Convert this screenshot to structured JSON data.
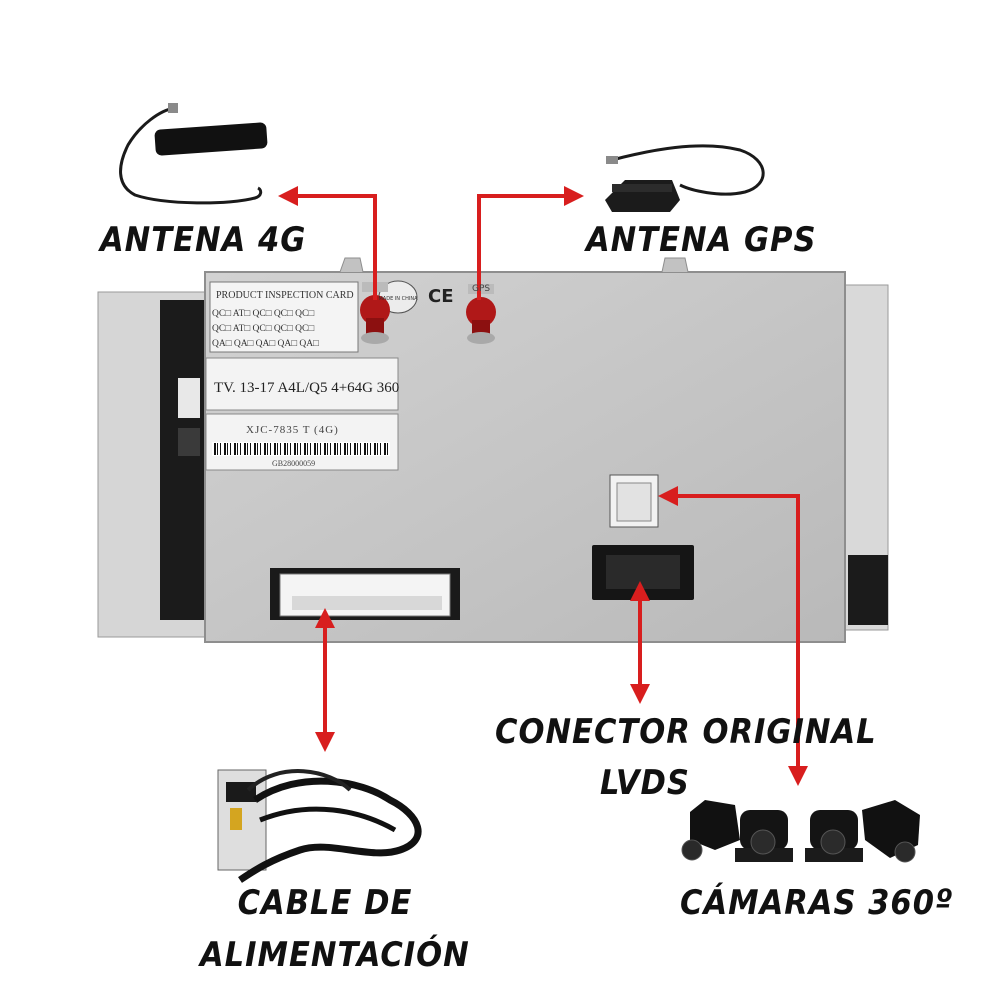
{
  "labels": {
    "antena_4g": "ANTENA 4G",
    "antena_gps": "ANTENA GPS",
    "conector_line1": "CONECTOR ORIGINAL",
    "conector_line2": "LVDS",
    "cable_line1": "CABLE DE",
    "cable_line2": "ALIMENTACIÓN",
    "camaras": "CÁMARAS 360º"
  },
  "device": {
    "card_title": "PRODUCT INSPECTION CARD",
    "card_row1": "QC□ AT□ QC□ QC□ QC□",
    "card_row2": "QC□ AT□ QC□ QC□ QC□",
    "card_row3": "QA□ QA□ QA□ QA□ QA□",
    "model": "TV. 13-17 A4L/Q5 4+64G 360",
    "serial": "XJC-7835 T (4G)",
    "barcode_number": "GB28000059",
    "made_in": "MADE IN CHINA",
    "ce_mark": "CE",
    "gps_mark": "GPS"
  },
  "colors": {
    "arrow": "#d81e1e",
    "device_body": "#c8c8c8",
    "label_text": "#111111"
  }
}
